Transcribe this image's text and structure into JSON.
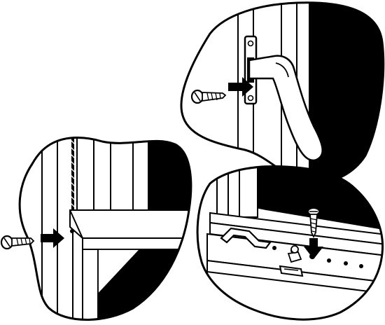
{
  "figure": {
    "panels": [
      {
        "id": "lever-handle",
        "screw_icon": "wood-screw-icon",
        "arrow_icon": "arrow-right-icon"
      },
      {
        "id": "window-sash-frame",
        "screw_icon": "wood-screw-icon",
        "arrow_icon": "arrow-right-icon"
      },
      {
        "id": "sill-sash-lift",
        "screw_icon": "wood-screw-icon",
        "arrow_icon": "arrow-down-icon"
      }
    ],
    "colors": {
      "ink": "#000000",
      "paper": "#ffffff"
    }
  }
}
